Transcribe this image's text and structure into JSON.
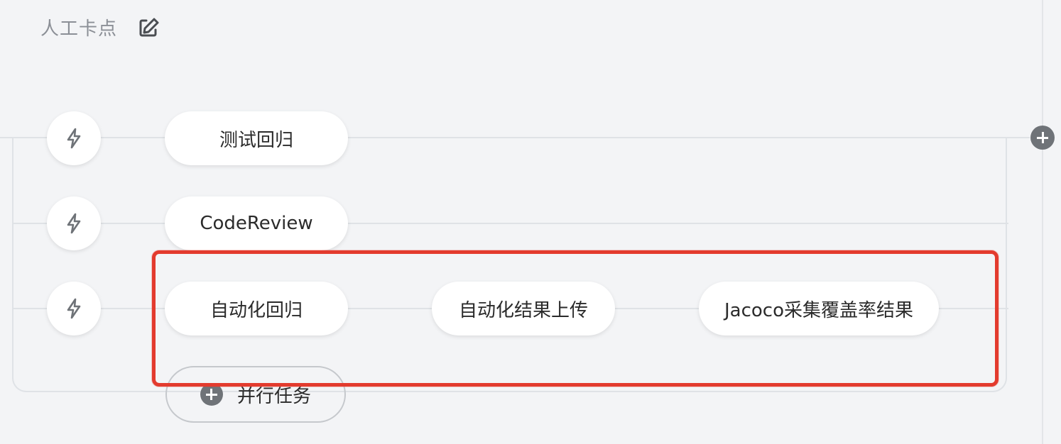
{
  "stage": {
    "title": "人工卡点",
    "edit_icon": "edit-icon"
  },
  "rows": [
    {
      "trigger_icon": "lightning-icon",
      "tasks": [
        "测试回归"
      ]
    },
    {
      "trigger_icon": "lightning-icon",
      "tasks": [
        "CodeReview"
      ]
    },
    {
      "trigger_icon": "lightning-icon",
      "tasks": [
        "自动化回归",
        "自动化结果上传",
        "Jacoco采集覆盖率结果"
      ]
    }
  ],
  "add_parallel": {
    "icon": "plus-circle-icon",
    "label": "并行任务"
  },
  "add_stage_icon": "plus-circle-icon",
  "colors": {
    "background": "#f3f4f6",
    "card": "#ffffff",
    "connector": "#dfe2e6",
    "highlight": "#e33b2e",
    "icon": "#6f7378"
  }
}
